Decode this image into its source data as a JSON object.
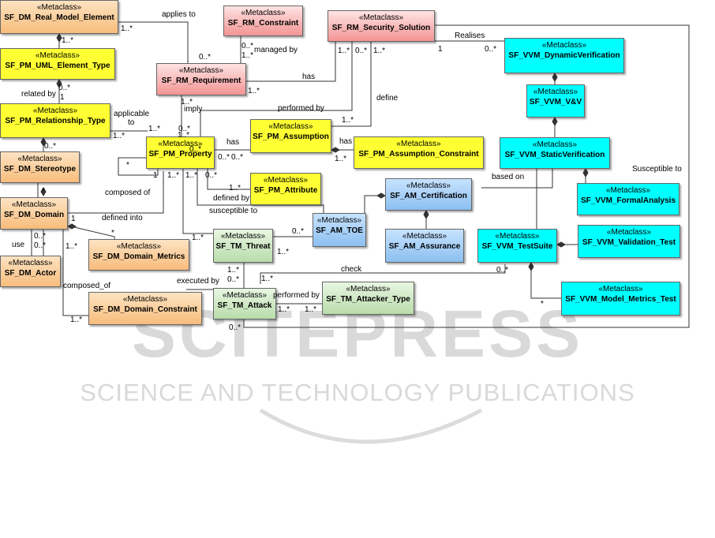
{
  "stereotype": "«Metaclass»",
  "classes": {
    "real_model_element": "SF_DM_Real_Model_Element",
    "uml_element_type": "SF_PM_UML_Element_Type",
    "relationship_type": "SF_PM_Relationship_Type",
    "stereotype_cls": "SF_DM_Stereotype",
    "domain": "SF_DM_Domain",
    "actor": "SF_DM_Actor",
    "domain_metrics": "SF_DM_Domain_Metrics",
    "domain_constraint": "SF_DM_Domain_Constraint",
    "rm_constraint": "SF_RM_Constraint",
    "rm_requirement": "SF_RM_Requirement",
    "rm_security_solution": "SF_RM_Security_Solution",
    "pm_property": "SF_PM_Property",
    "pm_assumption": "SF_PM_Assumption",
    "pm_assumption_constraint": "SF_PM_Assumption_Constraint",
    "pm_attribute": "SF_PM_Attribute",
    "am_certification": "SF_AM_Certification",
    "am_toe": "SF_AM_TOE",
    "am_assurance": "SF_AM_Assurance",
    "tm_threat": "SF_TM_Threat",
    "tm_attack": "SF_TM_Attack",
    "tm_attacker_type": "SF_TM_Attacker_Type",
    "vvm_dynamic": "SF_VVM_DynamicVerification",
    "vvm_vv": "SF_VVM_V&V",
    "vvm_static": "SF_VVM_StaticVerification",
    "vvm_formal": "SF_VVM_FormalAnalysis",
    "vvm_testsuite": "SF_VVM_TestSuite",
    "vvm_validation": "SF_VVM_Validation_Test",
    "vvm_model_metrics": "SF_VVM_Model_Metrics_Test"
  },
  "labels": {
    "applies_to": "applies to",
    "related_by": "related by",
    "applicable": "applicable",
    "to": "to",
    "managed_by": "managed by",
    "has": "has",
    "realises": "Realises",
    "imply": "imply",
    "performed_by": "performed by",
    "define": "define",
    "has2": "has",
    "has3": "has",
    "composed_of": "composed of",
    "defined_by": "defined by",
    "susceptible_to": "susceptible to",
    "susceptible_to_cap": "Susceptible to",
    "based_on": "based on",
    "defined_into": "defined into",
    "use": "use",
    "composed_of_us": "composed_of",
    "check": "check",
    "executed_by": "executed by",
    "performed_by2": "performed by"
  },
  "multiplicities": {
    "m1": "1..*",
    "m2": "0..*",
    "m3": "1..*",
    "m4": "0..*",
    "m5": "1",
    "m6": "1..*",
    "m7": "0..*",
    "m8": "1..*",
    "m9": "0..*",
    "m10": "1..*",
    "m11": "0..*",
    "m12": "1..*",
    "m13": "1..*",
    "m14": "1",
    "m15": "0..*",
    "m16": "1..*",
    "m17": "0..*",
    "m18": "1..*",
    "m19": "1..*",
    "m20": "0..*",
    "m21": "1..*",
    "m22": "1",
    "m23": "1..*",
    "m24": "1..*",
    "m25": "0..*",
    "m26": "0..*",
    "m27": "1..*",
    "m28": "*",
    "m29": "1",
    "m30": "0..*",
    "m31": "0..*",
    "m32": "1..*",
    "m33": "*",
    "m34": "1..*",
    "m35": "1..*",
    "m36": "0..*",
    "m37": "1..*",
    "m38": "1..*",
    "m39": "1..*",
    "m40": "0..*",
    "m41": "1..*",
    "m42": "0..*",
    "m43": "1..*",
    "m44": "0..*",
    "m45": "*",
    "m46": "1..*",
    "m47": "0..*",
    "m48": "*"
  },
  "watermark": {
    "logo": "SCITEPRESS",
    "tagline": "SCIENCE AND TECHNOLOGY PUBLICATIONS"
  },
  "colors": {
    "orange": "#f8bd7c",
    "yellow": "#ffff33",
    "pink": "#f39494",
    "cyan": "#00ffff",
    "blue": "#8cbff0",
    "green": "#b9dcaa",
    "watermark": "#d8d8d8"
  }
}
